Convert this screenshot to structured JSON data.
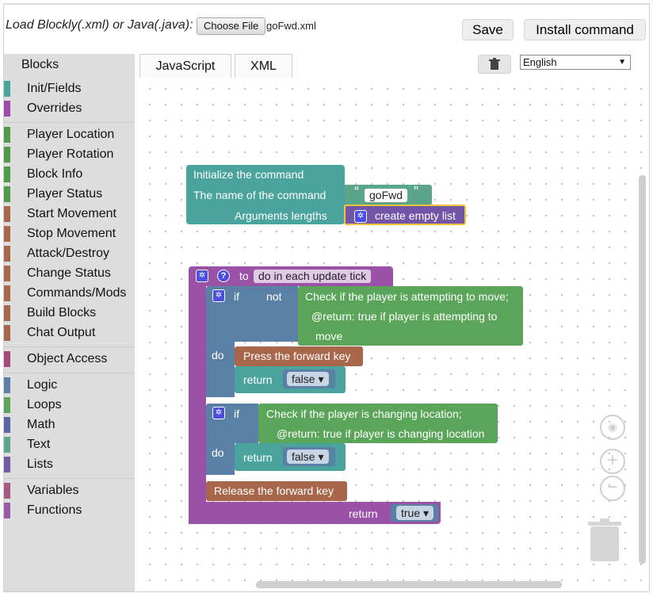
{
  "topbar": {
    "load_label": "Load Blockly(.xml) or Java(.java):",
    "choose_file_label": "Choose File",
    "file_name": "goFwd.xml",
    "save_label": "Save",
    "install_label": "Install command"
  },
  "sidebar": {
    "heading": "Blocks",
    "items": [
      {
        "label": "Init/Fields",
        "color": "#4aa39c"
      },
      {
        "label": "Overrides",
        "color": "#9c4fa8"
      },
      {
        "label": "Player Location",
        "color": "#4f9b4a"
      },
      {
        "label": "Player Rotation",
        "color": "#4f9b4a"
      },
      {
        "label": "Block Info",
        "color": "#4f9b4a"
      },
      {
        "label": "Player Status",
        "color": "#4f9b4a"
      },
      {
        "label": "Start Movement",
        "color": "#a8674b"
      },
      {
        "label": "Stop Movement",
        "color": "#a8674b"
      },
      {
        "label": "Attack/Destroy",
        "color": "#a8674b"
      },
      {
        "label": "Change Status",
        "color": "#a8674b"
      },
      {
        "label": "Commands/Mods",
        "color": "#a8674b"
      },
      {
        "label": "Build Blocks",
        "color": "#a8674b"
      },
      {
        "label": "Chat Output",
        "color": "#a8674b"
      },
      {
        "label": "Object Access",
        "color": "#a64a78"
      },
      {
        "label": "Logic",
        "color": "#5b80a5"
      },
      {
        "label": "Loops",
        "color": "#5ba55b"
      },
      {
        "label": "Math",
        "color": "#5b67a5"
      },
      {
        "label": "Text",
        "color": "#5ba58c"
      },
      {
        "label": "Lists",
        "color": "#745ba5"
      },
      {
        "label": "Variables",
        "color": "#a55b80"
      },
      {
        "label": "Functions",
        "color": "#995ba5"
      }
    ]
  },
  "tabs": [
    {
      "label": "JavaScript"
    },
    {
      "label": "XML"
    }
  ],
  "language": {
    "selected": "English"
  },
  "colors": {
    "init_teal": "#4aa39c",
    "function_purple": "#9a52a6",
    "logic_blue": "#5b80a5",
    "sensor_green": "#5aa55a",
    "action_brown": "#a8674b",
    "list_purple": "#7355a8",
    "highlight": "#f3c33b"
  },
  "blocks": {
    "init": {
      "title": "Initialize the command",
      "name_label": "The name of the command",
      "name_value": "goFwd",
      "args_label": "Arguments lengths",
      "args_value": "create empty list"
    },
    "func": {
      "to_label": "to",
      "func_name": "do in each update tick",
      "if1_label": "if",
      "not_label": "not",
      "check1_line1": "Check if the player is attempting to move;",
      "check1_line2": "@return: true if player is attempting to",
      "check1_line3": "move",
      "do1_label": "do",
      "press_label": "Press the forward key",
      "return1_label": "return",
      "return1_value": "false",
      "if2_label": "if",
      "check2_line1": "Check if the player is changing location;",
      "check2_line2": "@return: true if player is changing location",
      "do2_label": "do",
      "return2_label": "return",
      "return2_value": "false",
      "release_label": "Release the forward key",
      "final_return_label": "return",
      "final_return_value": "true"
    }
  }
}
